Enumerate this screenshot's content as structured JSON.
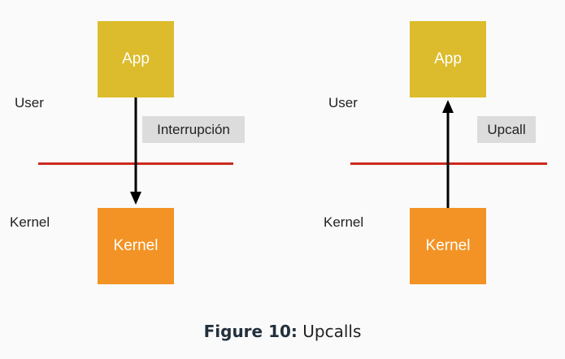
{
  "left_panel": {
    "app_box": "App",
    "kernel_box": "Kernel",
    "user_label": "User",
    "kernel_label": "Kernel",
    "edge_label": "Interrupción",
    "arrow_direction": "down"
  },
  "right_panel": {
    "app_box": "App",
    "kernel_box": "Kernel",
    "user_label": "User",
    "kernel_label": "Kernel",
    "edge_label": "Upcall",
    "arrow_direction": "up"
  },
  "caption": {
    "label": "Figure 10:",
    "text": "Upcalls"
  },
  "colors": {
    "app": "#dcbc2c",
    "kernel": "#f39325",
    "divider": "#cc2a1e",
    "tag": "#dcdcdc",
    "arrow": "#000000"
  }
}
